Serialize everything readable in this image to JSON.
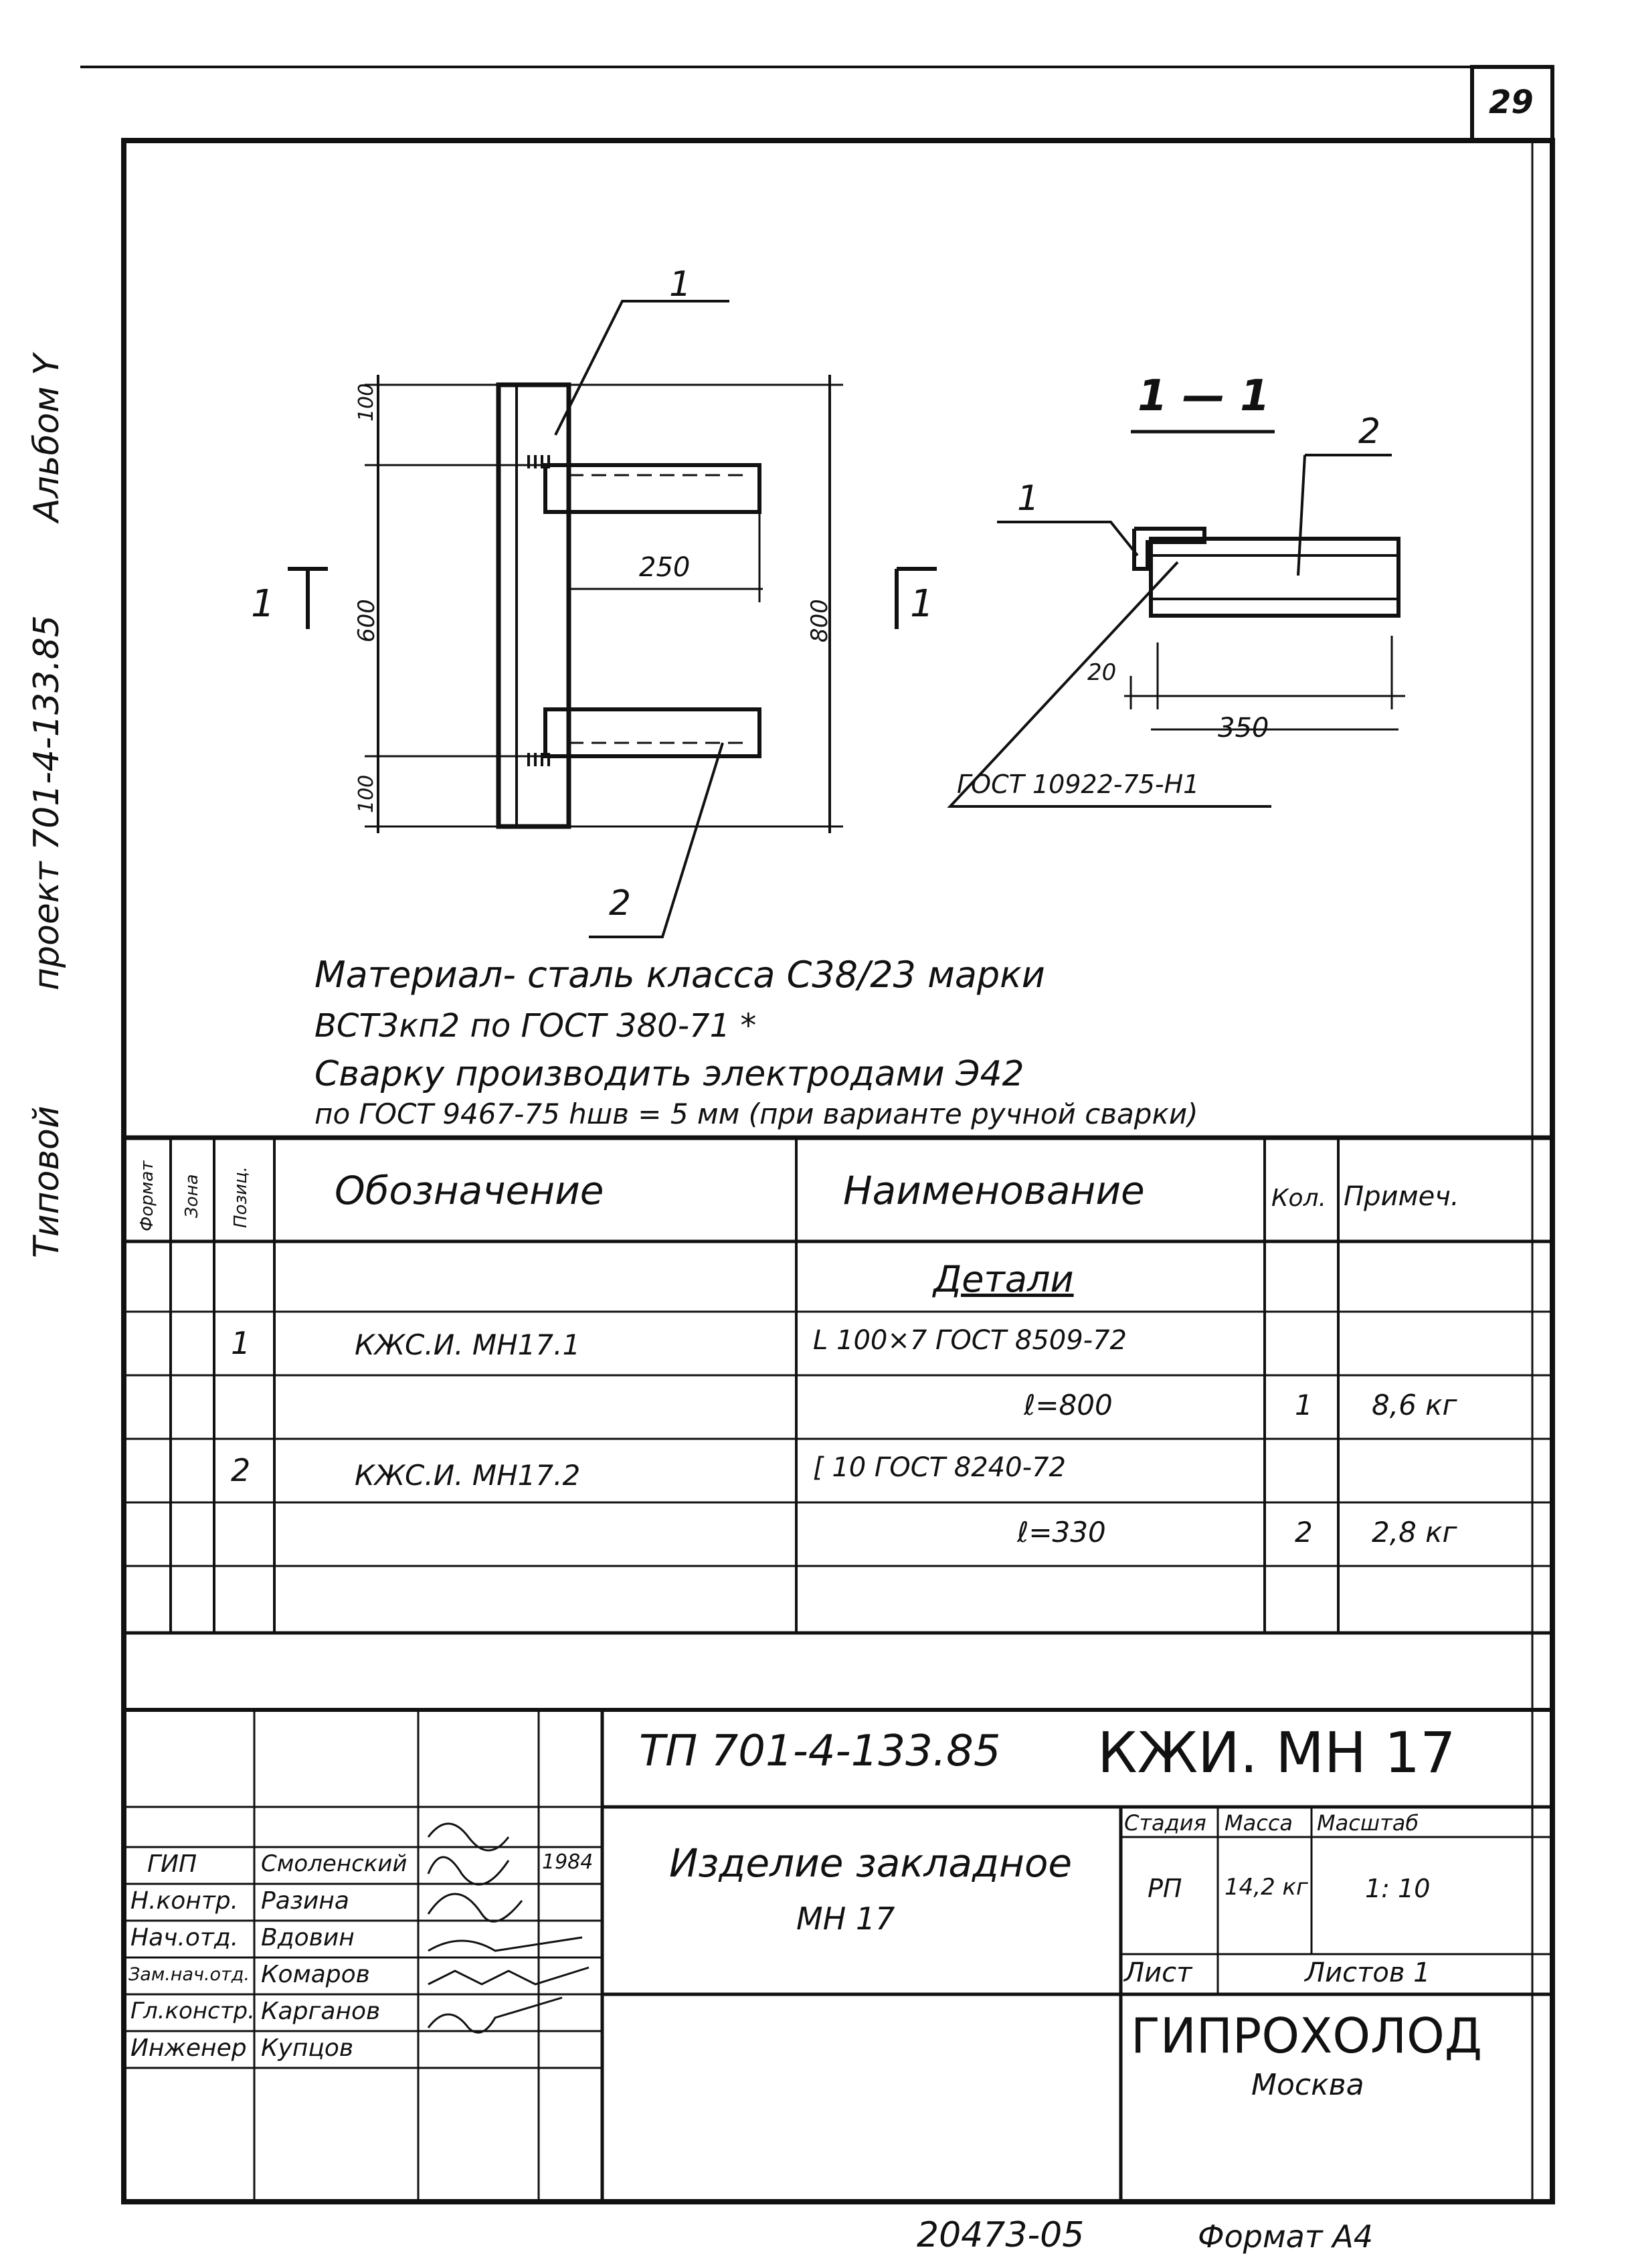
{
  "sheet_number": "29",
  "side_label": {
    "album": "Альбом Y",
    "project": "проект 701-4-133.85",
    "typical": "Типовой"
  },
  "drawing": {
    "left_view": {
      "label_pos1": "1",
      "label_pos2": "2",
      "section_left": "1",
      "section_right": "1",
      "dim_top": "100",
      "dim_middle": "600",
      "dim_bottom": "100",
      "dim_total": "800",
      "dim_length": "250"
    },
    "section_view": {
      "title": "1 — 1",
      "label_pos1": "1",
      "label_pos2": "2",
      "dim_offset": "20",
      "dim_length": "350",
      "weld_note": "ГОСТ 10922-75-Н1"
    }
  },
  "notes": [
    "Материал- сталь класса С38/23 марки",
    "ВСТ3кп2 по ГОСТ 380-71 *",
    "Сварку производить электродами Э42",
    "по ГОСТ 9467-75   hшв = 5 мм (при варианте ручной сварки)"
  ],
  "spec_table": {
    "headers": {
      "format": "Формат",
      "zone": "Зона",
      "pos": "Позиц.",
      "designation": "Обозначение",
      "name": "Наименование",
      "qty": "Кол.",
      "note": "Примеч."
    },
    "rows": [
      {
        "pos": "",
        "designation": "",
        "name": "Детали",
        "qty": "",
        "note": ""
      },
      {
        "pos": "1",
        "designation": "КЖС.И. МН17.1",
        "name": "L 100×7 ГОСТ 8509-72",
        "qty": "",
        "note": ""
      },
      {
        "pos": "",
        "designation": "",
        "name": "ℓ=800",
        "qty": "1",
        "note": "8,6 кг"
      },
      {
        "pos": "2",
        "designation": "КЖС.И. МН17.2",
        "name": "[ 10 ГОСТ 8240-72",
        "qty": "",
        "note": ""
      },
      {
        "pos": "",
        "designation": "",
        "name": "ℓ=330",
        "qty": "2",
        "note": "2,8 кг"
      },
      {
        "pos": "",
        "designation": "",
        "name": "",
        "qty": "",
        "note": ""
      }
    ]
  },
  "title_block": {
    "doc_code": "ТП 701-4-133.85",
    "mark": "КЖИ. МН 17",
    "item_name": "Изделие закладное",
    "item_mark": "МН 17",
    "stage_label": "Стадия",
    "mass_label": "Масса",
    "scale_label": "Масштаб",
    "stage": "РП",
    "mass": "14,2 кг",
    "scale": "1: 10",
    "sheet_label": "Лист",
    "sheets_label": "Листов 1",
    "org": "ГИПРОХОЛОД",
    "city": "Москва",
    "staff": [
      {
        "role": "ГИП",
        "name": "Смоленский",
        "date": "1984"
      },
      {
        "role": "Н.контр.",
        "name": "Разина",
        "date": ""
      },
      {
        "role": "Нач.отд.",
        "name": "Вдовин",
        "date": ""
      },
      {
        "role": "Зам.нач.отд.",
        "name": "Комаров",
        "date": ""
      },
      {
        "role": "Гл.констр.",
        "name": "Карганов",
        "date": ""
      },
      {
        "role": "Инженер",
        "name": "Купцов",
        "date": ""
      }
    ]
  },
  "footer": {
    "inventory": "20473-05",
    "format": "Формат А4"
  }
}
